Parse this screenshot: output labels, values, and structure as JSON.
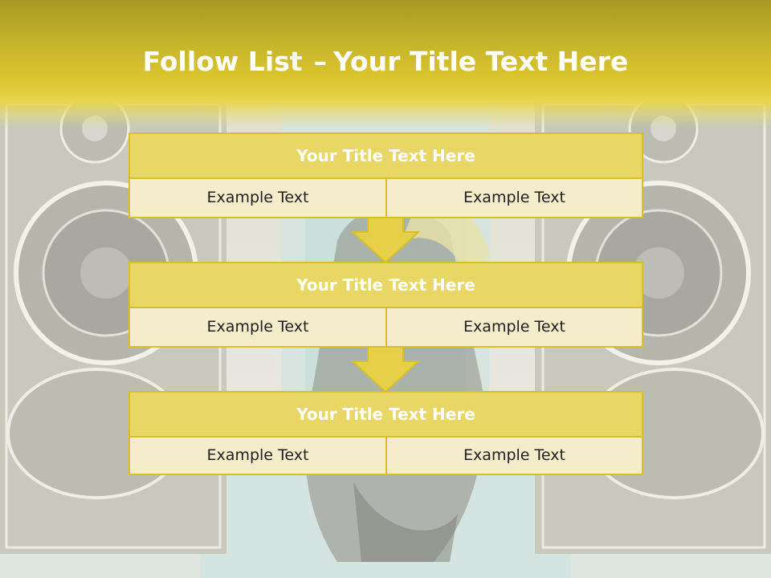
{
  "slide": {
    "title_bold": "Follow List",
    "title_separator": "–",
    "title_rest": "Your Title Text Here"
  },
  "blocks": [
    {
      "title": "Your Title Text Here",
      "left_text": "Example Text",
      "right_text": "Example Text"
    },
    {
      "title": "Your Title Text Here",
      "left_text": "Example Text",
      "right_text": "Example Text"
    },
    {
      "title": "Your Title Text Here",
      "left_text": "Example Text",
      "right_text": "Example Text"
    }
  ],
  "colors": {
    "title_band": "#dcc62f",
    "header_fill": "#e9d765",
    "border": "#d6bf2a",
    "cell_fill": "#f5eccc",
    "arrow_fill": "#e6d04a"
  },
  "background_image": "speakers-and-person-illustration"
}
